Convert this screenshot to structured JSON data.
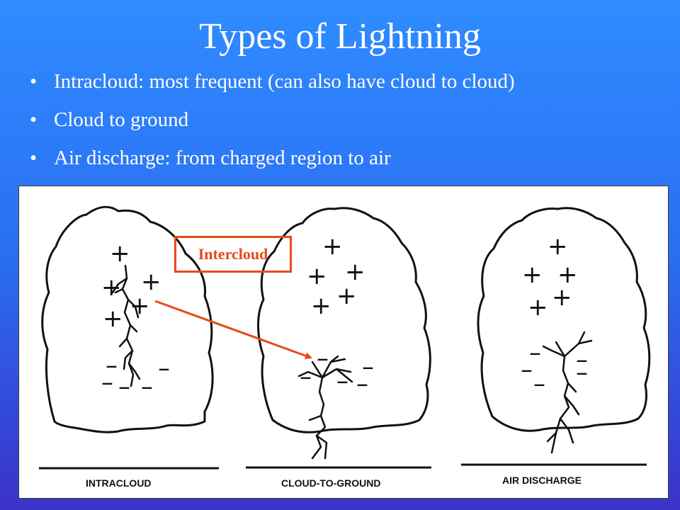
{
  "slide": {
    "title": "Types of Lightning",
    "bullets": [
      "Intracloud: most frequent (can also have cloud to cloud)",
      "Cloud to ground",
      "Air discharge: from charged region to air"
    ]
  },
  "diagram": {
    "labels": [
      "INTRACLOUD",
      "CLOUD-TO-GROUND",
      "AIR DISCHARGE"
    ],
    "callout": "Intercloud",
    "charge_symbols": {
      "positive": "+",
      "negative": "–"
    },
    "colors": {
      "callout": "#e8491d",
      "ink": "#111111"
    }
  }
}
